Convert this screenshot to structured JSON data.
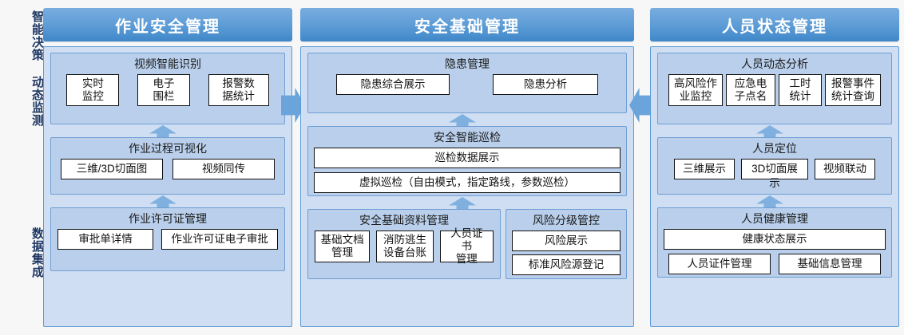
{
  "rail": {
    "labels": [
      {
        "name": "intelligent-decision",
        "text": "智能决策  动态监测"
      },
      {
        "name": "data-integration",
        "text": "数据集成"
      }
    ]
  },
  "columns": [
    {
      "key": "operation-safety",
      "header": "作业安全管理",
      "panels": [
        {
          "key": "video-ai-recognition",
          "title": "视频智能识别",
          "items": [
            "实时\n监控",
            "电子\n围栏",
            "报警数\n据统计"
          ]
        },
        {
          "key": "operation-visualization",
          "title": "作业过程可视化",
          "items": [
            "三维/3D切面图",
            "视频同传"
          ]
        },
        {
          "key": "work-permit-management",
          "title": "作业许可证管理",
          "items": [
            "审批单详情",
            "作业许可证电子审批"
          ]
        }
      ]
    },
    {
      "key": "safety-foundation",
      "header": "安全基础管理",
      "panels": [
        {
          "key": "hazard-management",
          "title": "隐患管理",
          "items": [
            "隐患综合展示",
            "隐患分析"
          ]
        },
        {
          "key": "smart-inspection",
          "title": "安全智能巡检",
          "items": [
            "巡检数据展示",
            "虚拟巡检（自由模式，指定路线，参数巡检）"
          ]
        },
        {
          "key": "safety-basic-data",
          "title": "安全基础资料管理",
          "items": [
            "基础文档\n管理",
            "消防逃生\n设备台账",
            "人员证书\n管理"
          ]
        },
        {
          "key": "risk-grading-control",
          "title": "风险分级管控",
          "items": [
            "风险展示",
            "标准风险源登记"
          ]
        }
      ]
    },
    {
      "key": "personnel-status",
      "header": "人员状态管理",
      "panels": [
        {
          "key": "personnel-dynamic-analysis",
          "title": "人员动态分析",
          "items": [
            "高风险作\n业监控",
            "应急电\n子点名",
            "工时\n统计",
            "报警事件\n统计查询"
          ]
        },
        {
          "key": "personnel-positioning",
          "title": "人员定位",
          "items": [
            "三维展示",
            "3D切面展示",
            "视频联动"
          ]
        },
        {
          "key": "personnel-health",
          "title": "人员健康管理",
          "items": [
            "健康状态展示",
            "人员证件管理",
            "基础信息管理"
          ]
        }
      ]
    }
  ],
  "arrows": {
    "col1_to_col2": "arrow-right",
    "col3_to_col2": "arrow-left",
    "vertical": "arrow-up"
  },
  "colors": {
    "header_blue": "#5b9bd5",
    "column_bg": "#cfdef2",
    "panel_bg": "#b9cfeb",
    "border_blue": "#5b9bd5",
    "rail_text": "#1f3864",
    "box_bg": "#ffffff",
    "box_border": "#111111"
  }
}
